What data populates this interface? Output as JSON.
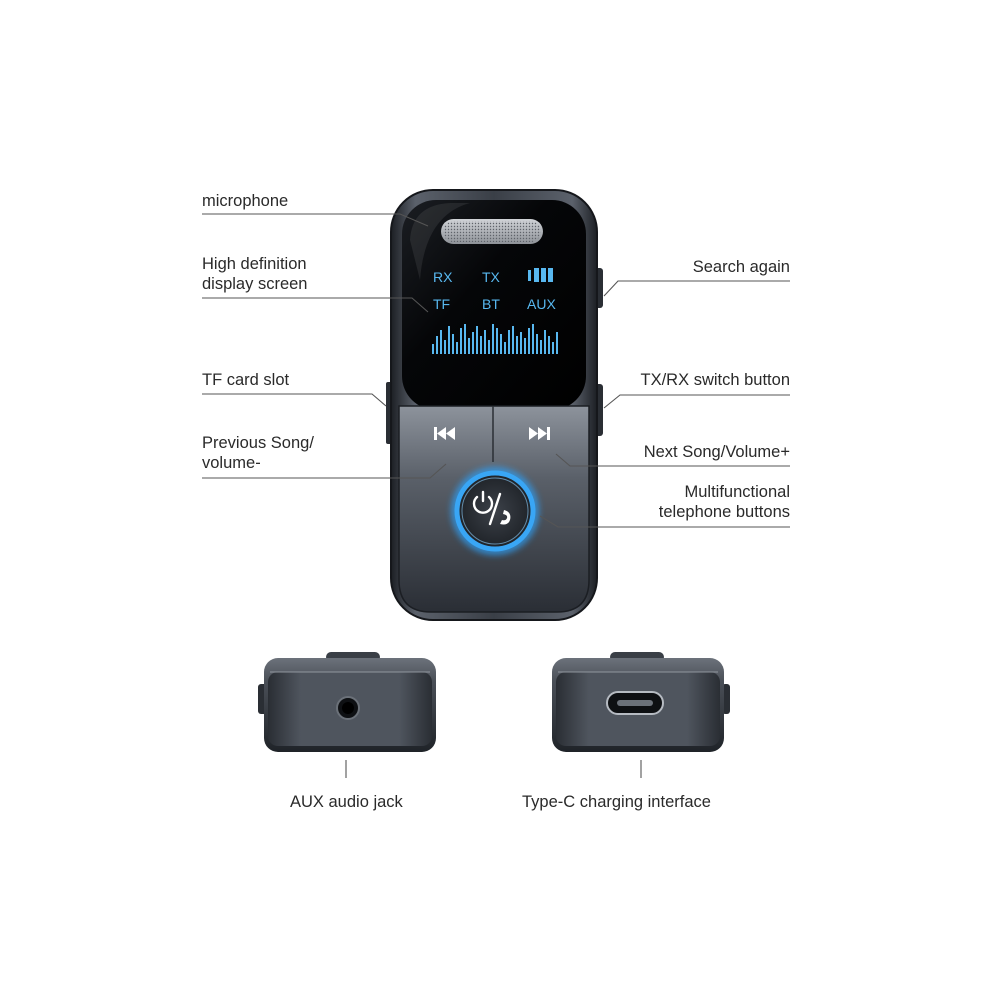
{
  "colors": {
    "background": "#ffffff",
    "device_body": "#2a2e35",
    "screen": "#050608",
    "screen_text": "#58b8f0",
    "ring_glow": "#2f9cf0",
    "leader_line": "#555555"
  },
  "labels": {
    "microphone": "microphone",
    "display_line1": "High definition",
    "display_line2": "display screen",
    "tf_slot": "TF card slot",
    "prev_line1": "Previous Song/",
    "prev_line2": "volume-",
    "search_again": "Search again",
    "txrx_switch": "TX/RX switch button",
    "next_song": "Next Song/Volume+",
    "multi_line1": "Multifunctional",
    "multi_line2": "telephone buttons",
    "aux_jack": "AUX audio jack",
    "typec": "Type-C charging interface"
  },
  "screen": {
    "rx": "RX",
    "tx": "TX",
    "tf": "TF",
    "bt": "BT",
    "aux": "AUX"
  },
  "icons": {
    "prev": "previous-track-icon",
    "next": "next-track-icon",
    "power_phone": "power-phone-icon",
    "battery": "battery-icon"
  }
}
